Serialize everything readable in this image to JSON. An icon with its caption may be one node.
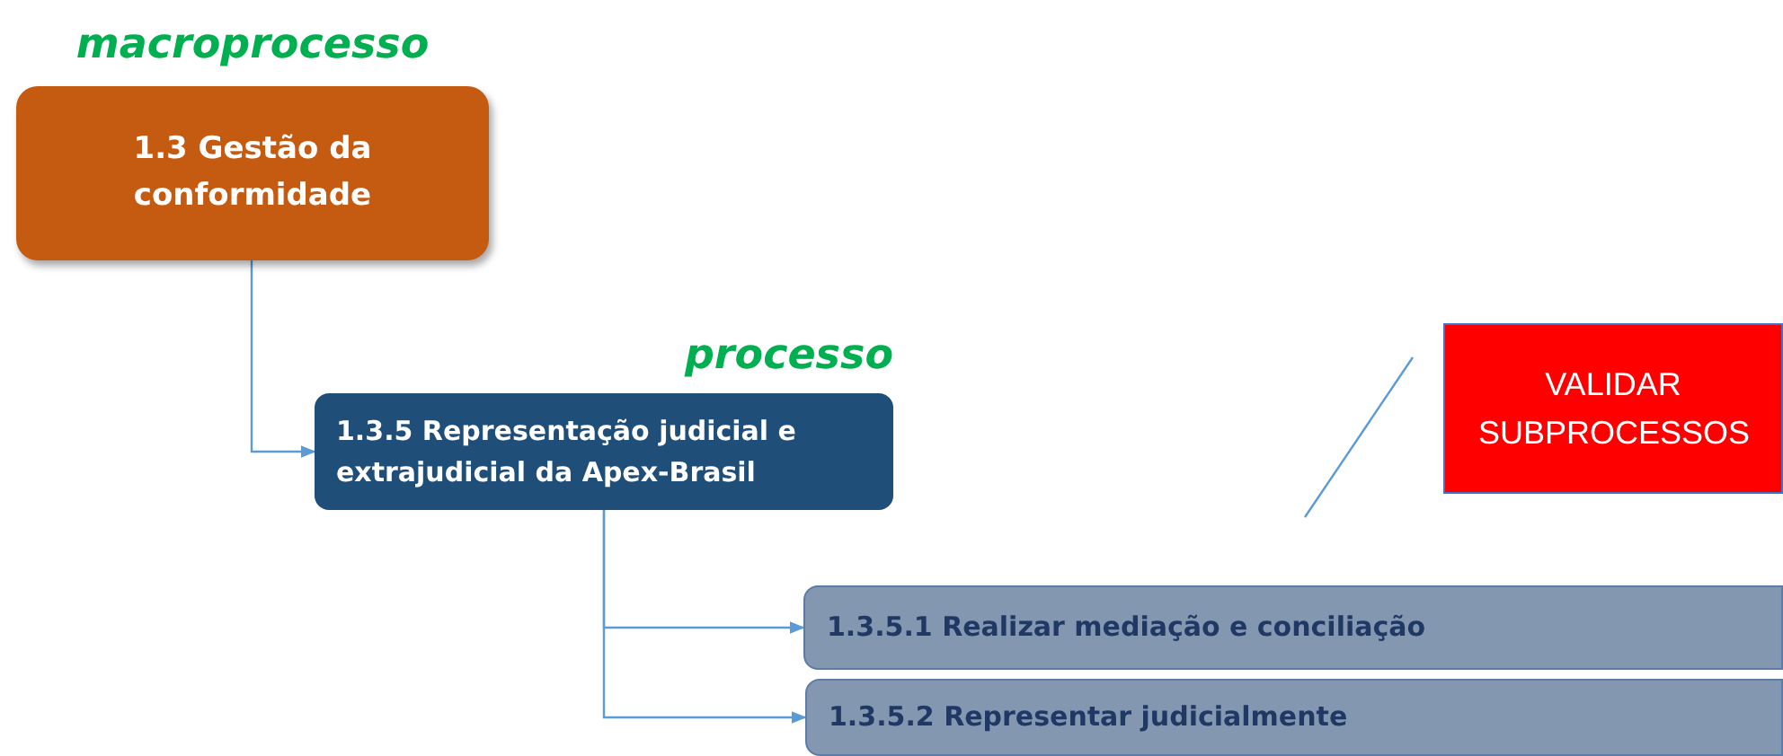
{
  "diagram": {
    "nodes": [
      {
        "text": [
          "macroprocesso",
          "1.3 Gestão da conformidade"
        ]
      },
      {
        "text": [
          "processo",
          "1.3.5 Representação judicial e extrajudicial da Apex-Brasil"
        ]
      },
      {
        "text": [
          "VALIDAR SUBPROCESSOS"
        ]
      },
      {
        "text": [
          "1.3.5.1 Realizar mediação e conciliação"
        ]
      },
      {
        "text": [
          "1.3.5.2 Representar judicialmente"
        ]
      }
    ],
    "edges": [
      {
        "from": 0,
        "to": 1,
        "arrow": "to"
      },
      {
        "from": 1,
        "to": 3,
        "arrow": "to"
      },
      {
        "from": 1,
        "to": 4,
        "arrow": "to"
      }
    ]
  }
}
